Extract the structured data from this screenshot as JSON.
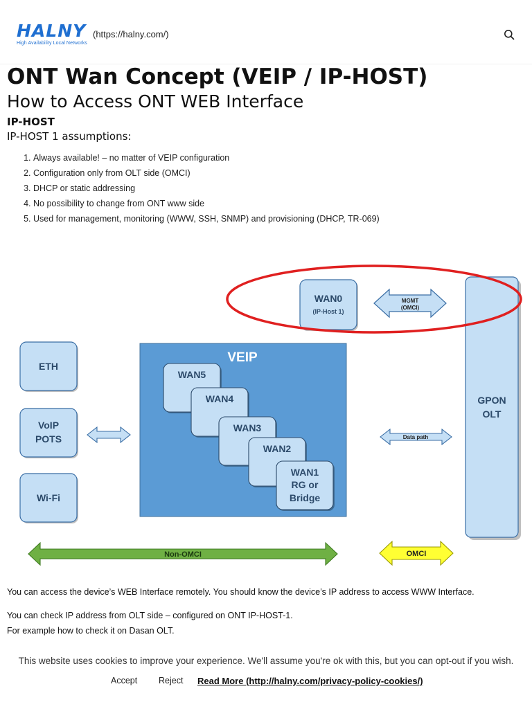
{
  "header": {
    "logo_text": "HALNY",
    "logo_tagline": "High Availability Local Networks",
    "site_url": "(https://halny.com/)",
    "search_icon": "search-icon"
  },
  "article": {
    "title": "ONT Wan Concept (VEIP / IP-HOST)",
    "subtitle": "How to Access ONT WEB Interface",
    "section_title": "IP-HOST",
    "section_subtitle": "IP-HOST 1 assumptions:",
    "assumptions": [
      "Always available! – no matter of VEIP configuration",
      "Configuration only from OLT side (OMCI)",
      "DHCP or static addressing",
      "No possibility to change from ONT www side",
      "Used for management, monitoring (WWW, SSH, SNMP) and provisioning (DHCP, TR-069)"
    ],
    "paragraphs": [
      "You can access the device’s WEB Interface remotely.  You should know the device’s IP address to access WWW Interface.",
      "You can check IP address from OLT side –  configured on ONT IP-HOST-1.",
      "For example how to check it on Dasan OLT."
    ]
  },
  "diagram": {
    "wan0": {
      "title": "WAN0",
      "sub": "(IP-Host 1)"
    },
    "mgmt_arrow": {
      "line1": "MGMT",
      "line2": "(OMCI)"
    },
    "gpon": {
      "line1": "GPON",
      "line2": "OLT"
    },
    "left_boxes": [
      "ETH",
      "VoIP",
      "POTS",
      "Wi-Fi"
    ],
    "veip_title": "VEIP",
    "wans": [
      "WAN5",
      "WAN4",
      "WAN3",
      "WAN2",
      "WAN1"
    ],
    "wan1_lines": [
      "RG or",
      "Bridge"
    ],
    "data_path": "Data path",
    "non_omci": "Non-OMCI",
    "omci": "OMCI",
    "colors": {
      "box_fill": "#c5dff5",
      "veip_fill": "#5b9bd5",
      "non_omci_green": "#6fb044",
      "omci_yellow": "#ffff33",
      "highlight_red": "#e02020"
    }
  },
  "cookie": {
    "message": "This website uses cookies to improve your experience. We'll assume you're ok with this, but you can opt-out if you wish.",
    "accept": "Accept",
    "reject": "Reject",
    "read_more": "Read More (http://halny.com/privacy-policy-cookies/)"
  }
}
